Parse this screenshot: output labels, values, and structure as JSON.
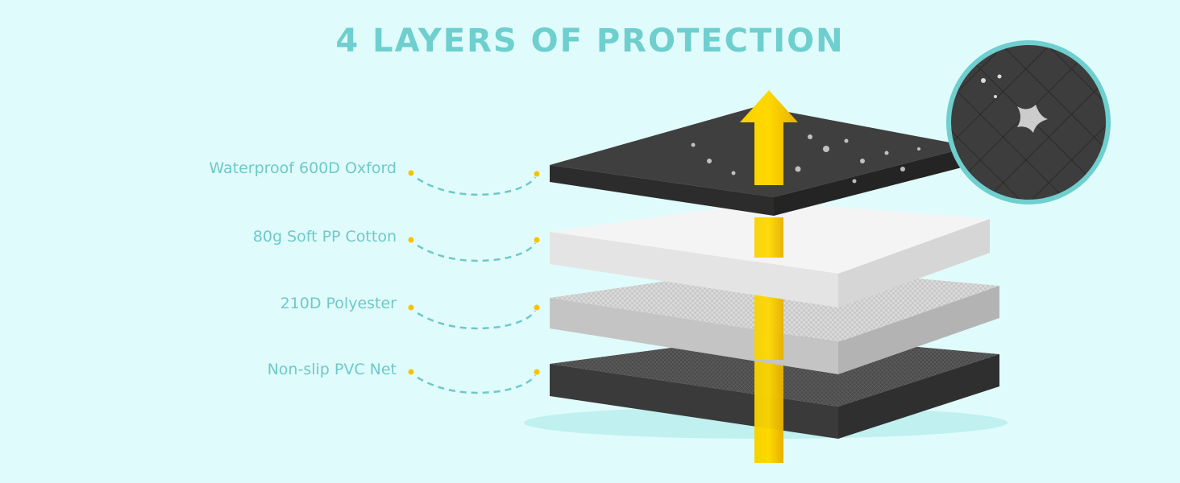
{
  "title": "4 LAYERS OF PROTECTION",
  "layers": [
    {
      "label": "Waterproof 600D Oxford"
    },
    {
      "label": "80g Soft PP Cotton"
    },
    {
      "label": "210D Polyester"
    },
    {
      "label": "Non-slip PVC Net"
    }
  ],
  "colors": {
    "background": "#e0fbfb",
    "accent": "#6fcfcf",
    "arrow": "#f5c400",
    "dot": "#f5c400"
  },
  "icons": {
    "arrow": "up-arrow-icon",
    "zoom": "fabric-zoom-icon"
  }
}
